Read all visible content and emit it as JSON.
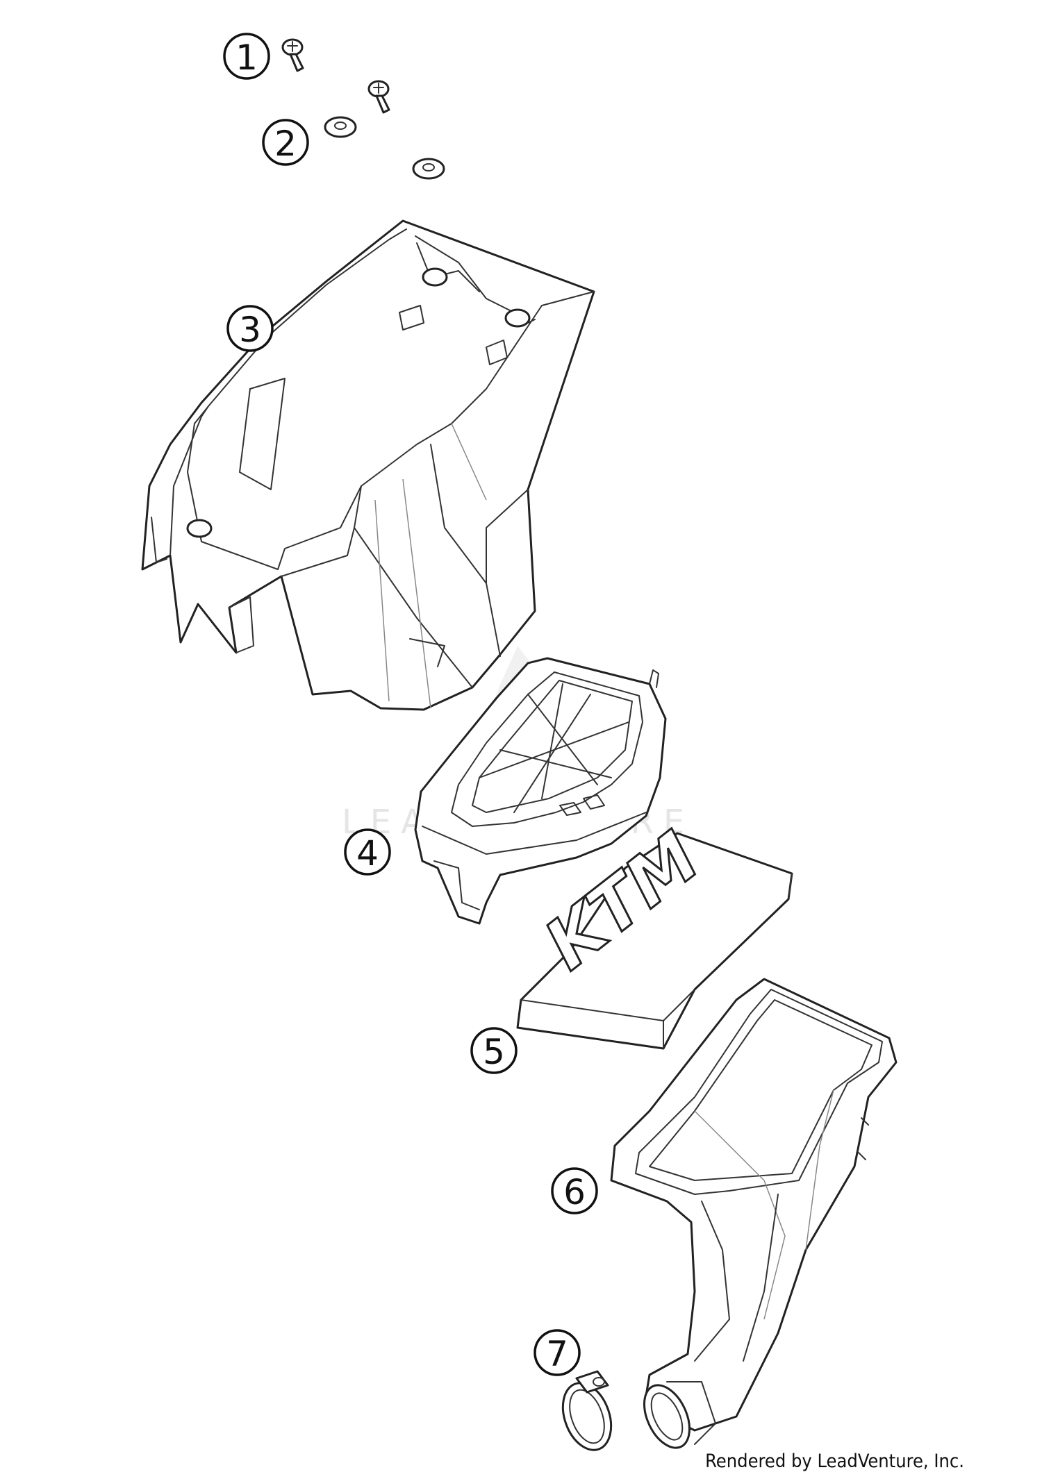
{
  "callouts": [
    "1",
    "2",
    "3",
    "4",
    "5",
    "6",
    "7"
  ],
  "parts": {
    "filter_logo": "KTM"
  },
  "watermark": "LEADVENTURE",
  "credit": "Rendered by LeadVenture, Inc."
}
